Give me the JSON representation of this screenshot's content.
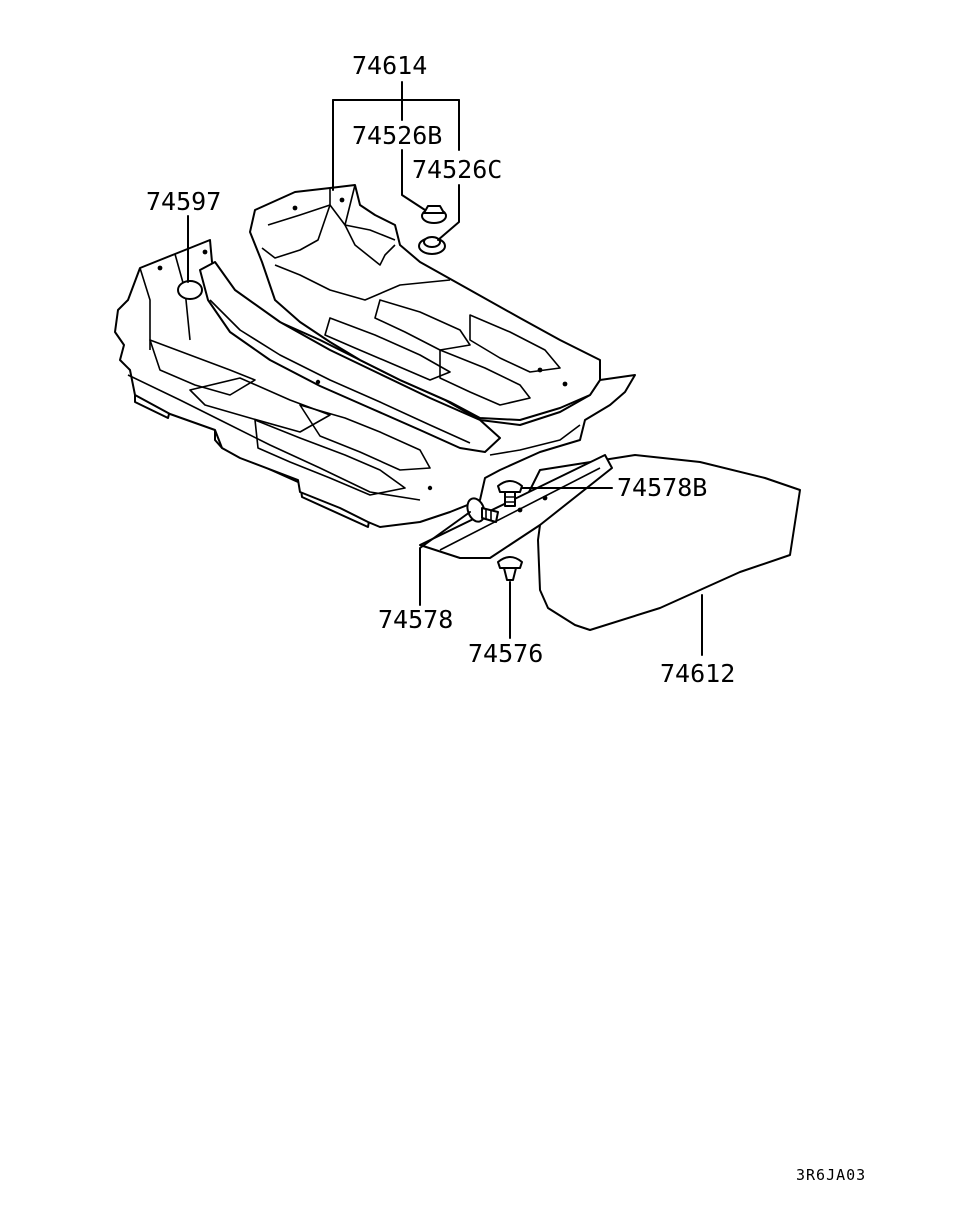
{
  "diagram": {
    "callouts": {
      "p74614": "74614",
      "p74526B": "74526B",
      "p74526C": "74526C",
      "p74597": "74597",
      "p74578B": "74578B",
      "p74578": "74578",
      "p74576": "74576",
      "p74612": "74612"
    },
    "drawing_code": "3R6JA03",
    "colors": {
      "ink": "#000000",
      "paper": "#ffffff"
    }
  }
}
